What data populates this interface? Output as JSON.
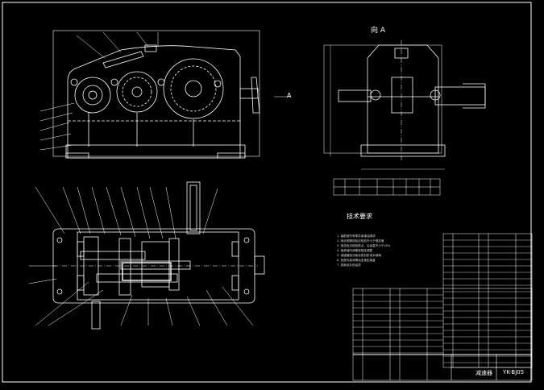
{
  "section_title": "向 A",
  "view_arrow_label": "A",
  "tech_title": "技术要求",
  "tech_items": [
    "1. 装配前所有零件用煤油清洗",
    "2. 啮合侧隙用铅丝检验不小于规定值",
    "3. 用涂色法检验斑点，沿齿高不小于40%",
    "4. 轴承轴向间隙按规定调整",
    "5. 减速器剖分面涂密封胶或水玻璃",
    "6. 机座内装润滑油至规定高度",
    "7. 表面涂灰色油漆"
  ],
  "param_table": {
    "headers": [
      "",
      "",
      "",
      "",
      "",
      "",
      "",
      ""
    ],
    "rows": [
      [
        "",
        "",
        "",
        "",
        "",
        "",
        "",
        ""
      ]
    ]
  },
  "title_block": {
    "name_cell": "减速器",
    "code_cell": "YK-BJ05"
  },
  "balloons_left_front": [
    "",
    "",
    "",
    "",
    "",
    "",
    "",
    ""
  ],
  "colors": {
    "background": "#000000",
    "line": "#ffffff",
    "accent": "#ffff00",
    "border": "#ffffff"
  }
}
